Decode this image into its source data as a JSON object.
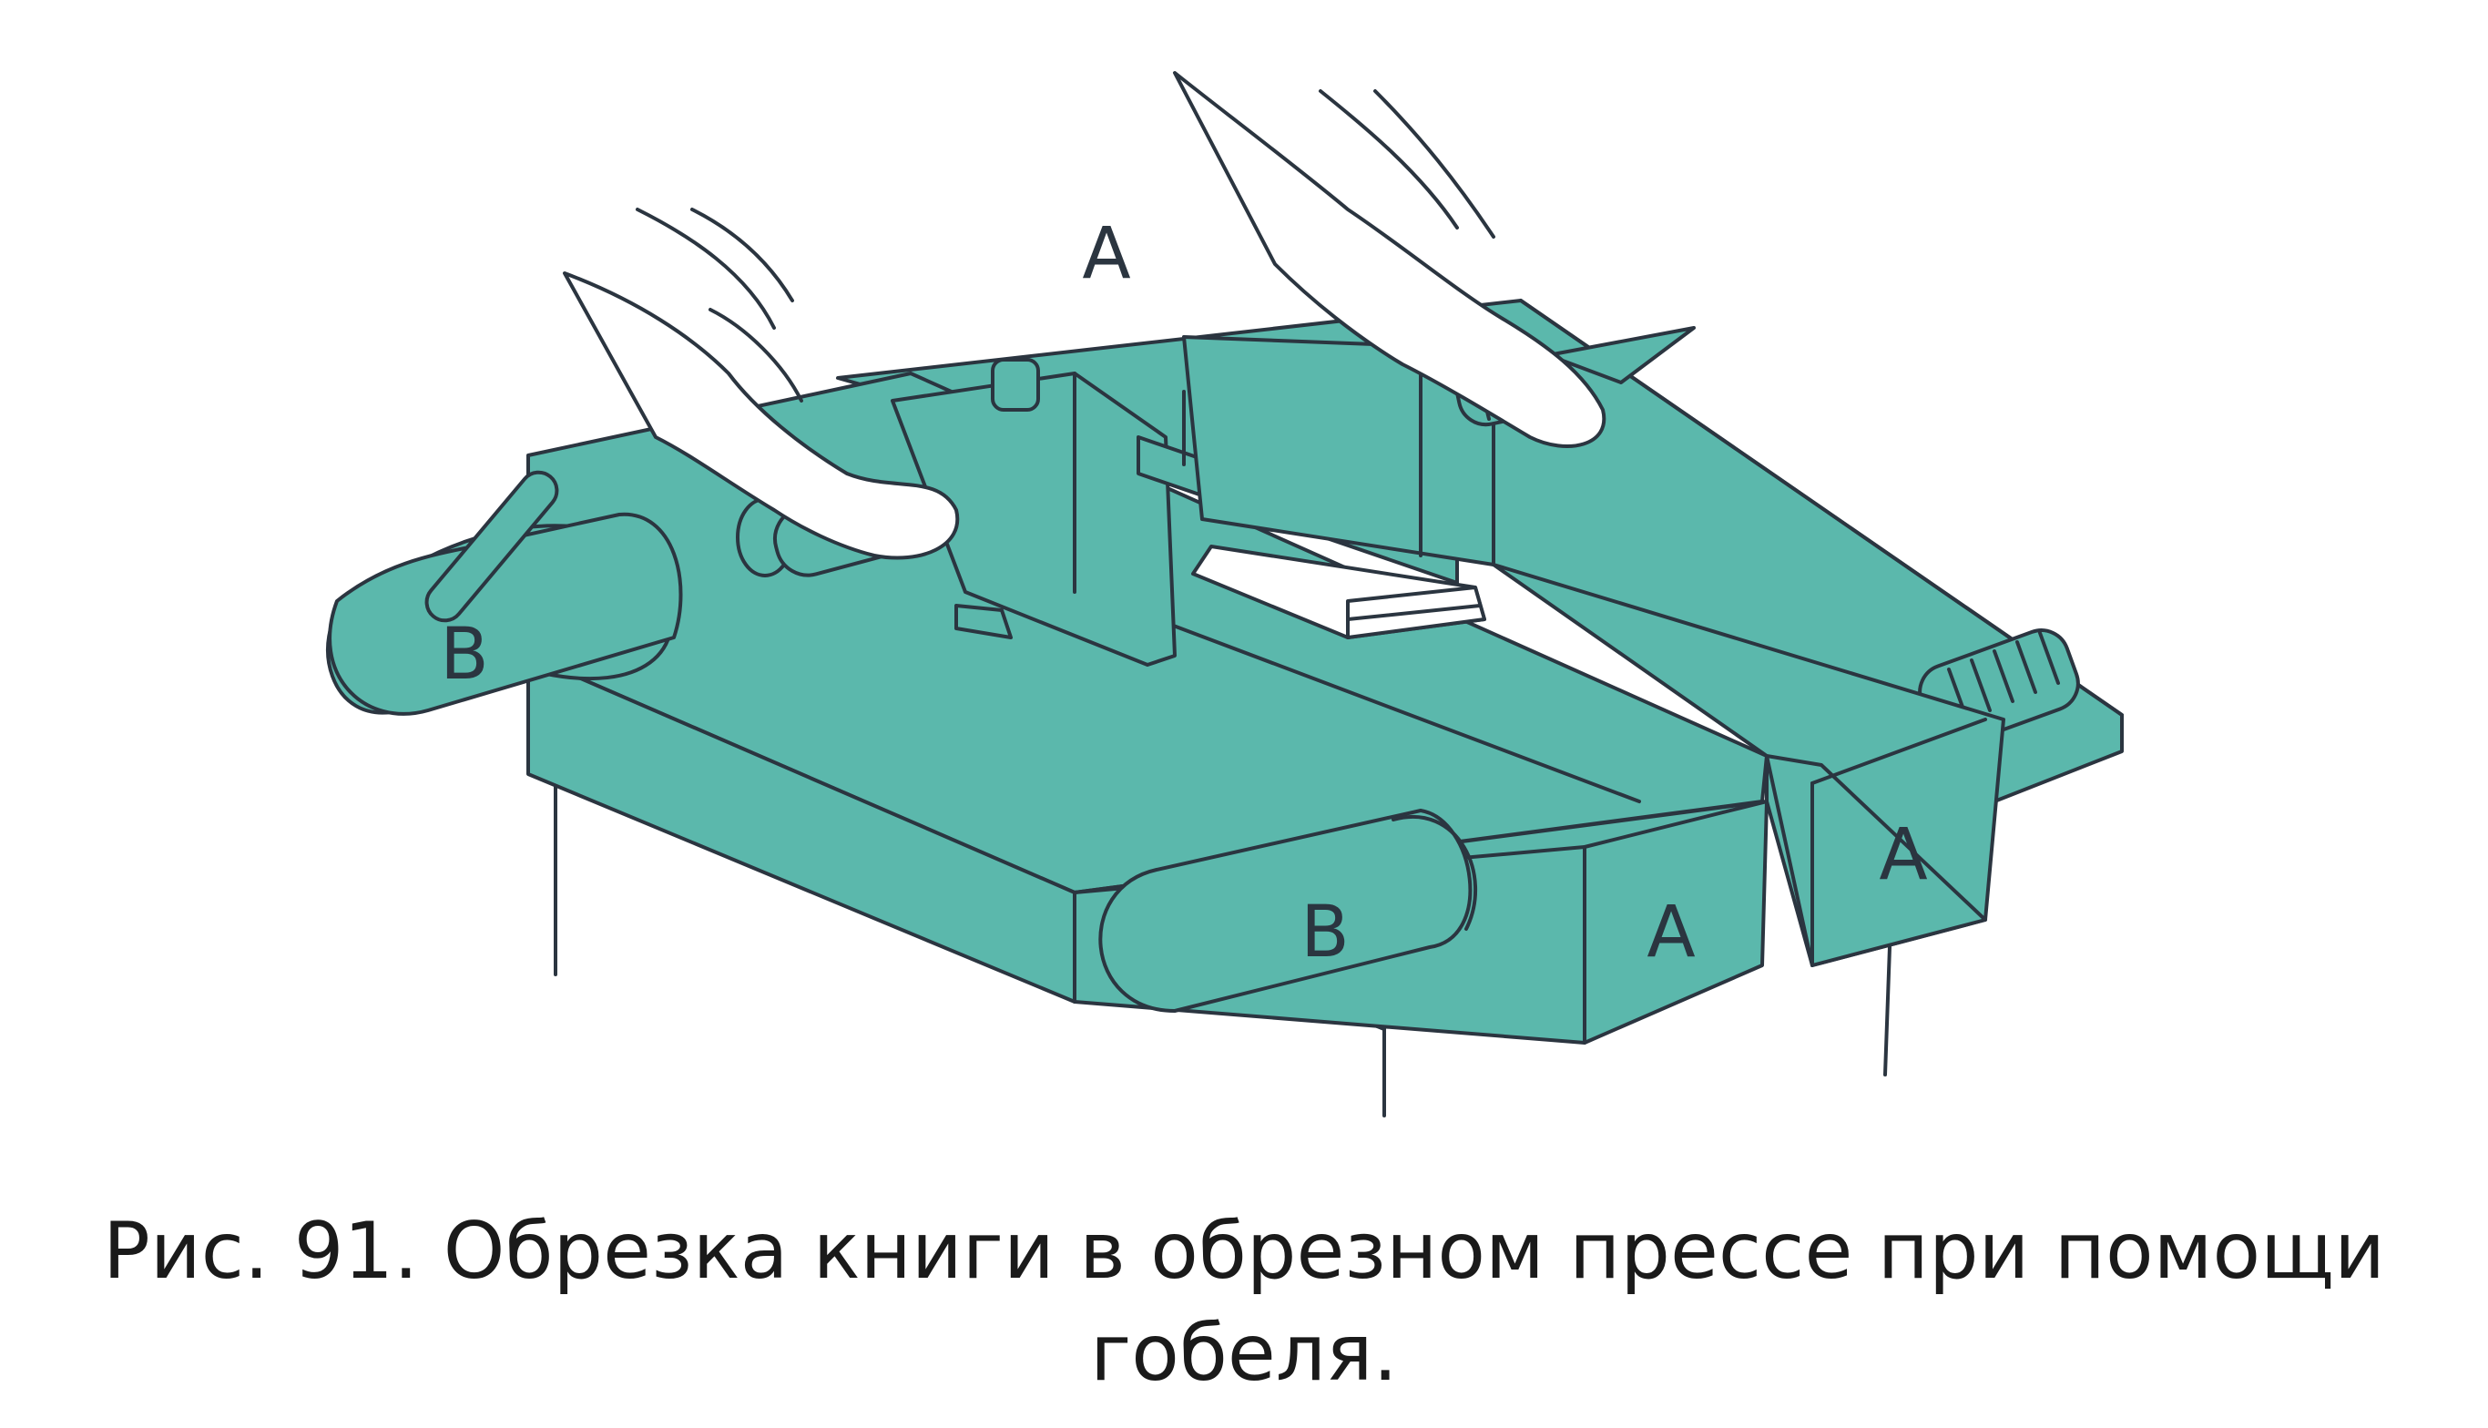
{
  "figure": {
    "labels": {
      "a_top": "A",
      "a_front_left": "A",
      "a_front_right": "A",
      "b_back": "B",
      "b_front": "B"
    },
    "colors": {
      "press": "#5bb8ac",
      "outline": "#2b3540",
      "hands": "#ffffff",
      "page": "#ffffff"
    }
  },
  "caption": {
    "line1": "Рис. 91. Обрезка книги в обрезном прессе при помощи",
    "line2": "гобеля."
  }
}
